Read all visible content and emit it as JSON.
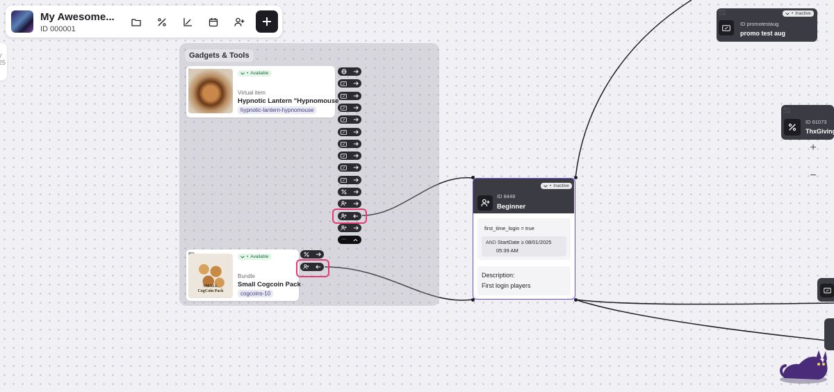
{
  "project": {
    "title": "My Awesome...",
    "id_label": "ID 000001"
  },
  "toolbar": {
    "icons": [
      "folder-icon",
      "percent-icon",
      "chart-icon",
      "calendar-icon",
      "user-add-icon"
    ],
    "add_label": "+"
  },
  "left_edge": {
    "line1": "y",
    "line2": "25"
  },
  "group": {
    "label": "Gadgets & Tools"
  },
  "items": [
    {
      "type": "Virtual item",
      "name": "Hypnotic Lantern \"Hypnomouse\"",
      "slug": "hypnotic-lantern-hypnomouse",
      "status": "Available"
    },
    {
      "type": "Bundle",
      "name": "Small Cogcoin Pack",
      "slug": "cogcoins-10",
      "status": "Available",
      "image_text_1": "SMALL",
      "image_text_2": "CogCoin Pack"
    }
  ],
  "item1_connectors": [
    "globe",
    "coupon",
    "coupon",
    "coupon",
    "coupon",
    "coupon",
    "coupon",
    "coupon",
    "coupon",
    "coupon",
    "percent",
    "user-add",
    "user-add-selected",
    "user-add"
  ],
  "more_label": "···",
  "segment": {
    "status": "Inactive",
    "id_label": "ID 8448",
    "name": "Beginner",
    "condition": "first_time_login = true",
    "and_label": "AND",
    "start_line1": "StartDate ≥ 08/01/2025",
    "start_line2": "05:39 AM",
    "description_title": "Description:",
    "description": "First login players"
  },
  "right_nodes": [
    {
      "id_label": "ID promotestaug",
      "name": "promo test aug",
      "status": "Inactive"
    },
    {
      "id_label": "ID 61073",
      "name": "ThxGiving"
    }
  ],
  "zoom": {
    "in": "+",
    "out": "−"
  },
  "colors": {
    "accent": "#6b4ac9",
    "highlight": "#e33a72",
    "dark": "#1c1c22",
    "node_header": "#3b3b44"
  }
}
